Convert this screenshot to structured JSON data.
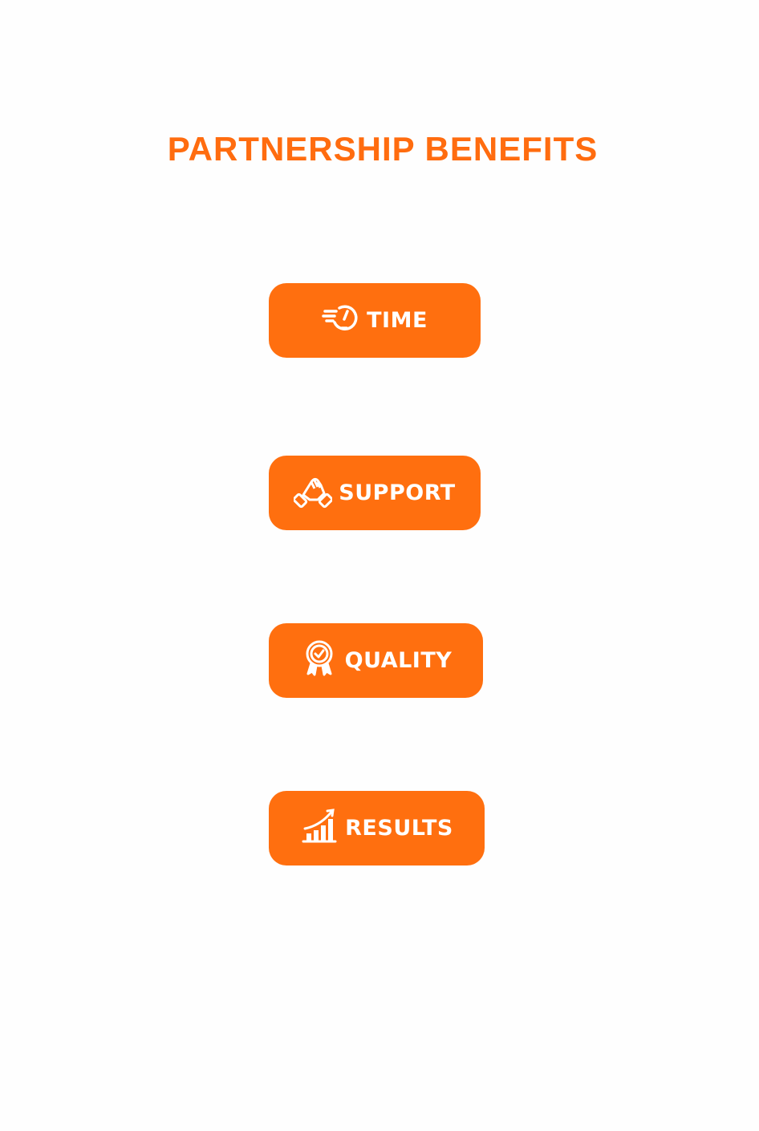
{
  "title": "PARTNERSHIP BENEFITS",
  "accent": "#ff6f0f",
  "buttons": [
    {
      "label": "TIME",
      "icon": "speedometer-icon"
    },
    {
      "label": "SUPPORT",
      "icon": "handshake-icon"
    },
    {
      "label": "QUALITY",
      "icon": "award-badge-icon"
    },
    {
      "label": "RESULTS",
      "icon": "growth-chart-icon"
    }
  ]
}
